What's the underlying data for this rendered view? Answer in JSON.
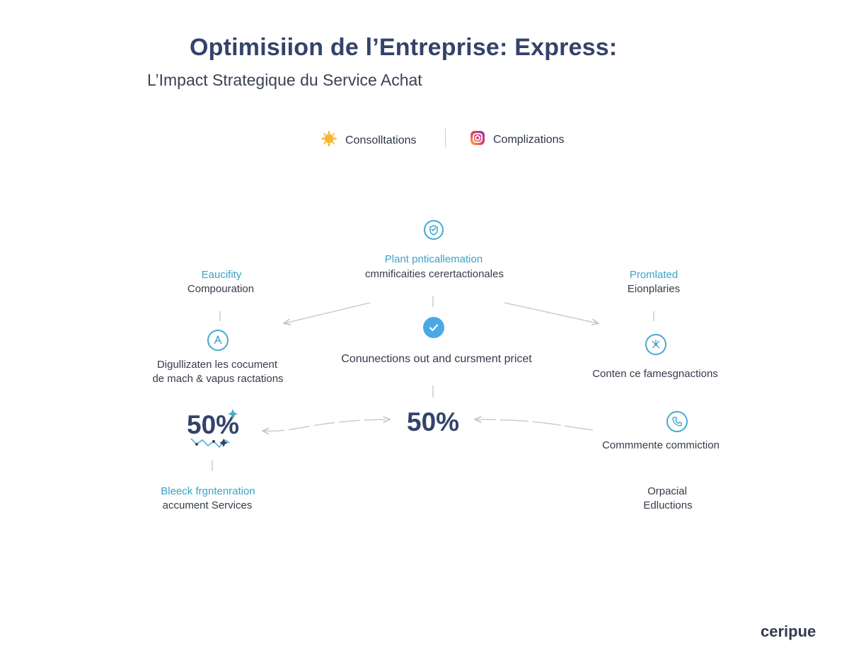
{
  "header": {
    "title": "Optimisiion de l’Entreprise: Express:",
    "subtitle": "L’Impact Strategique du Service Achat"
  },
  "legend": {
    "items": [
      {
        "label": "Consolltations",
        "icon": "sun-icon",
        "color": "#f5b731"
      },
      {
        "label": "Complizations",
        "icon": "instagram-icon",
        "color": "#e4405f"
      }
    ]
  },
  "nodes": {
    "top_center": {
      "title": "Plant pnticallemation",
      "text": "cmmificaities cerertactionales"
    },
    "left_top": {
      "title": "Eaucifity",
      "text": "Compouration"
    },
    "right_top": {
      "title": "Promlated",
      "text": "Eionplaries"
    },
    "left_mid": {
      "line1": "Digullizaten les cocument",
      "line2": "de mach & vapus ractations"
    },
    "center_mid": {
      "text": "Conunections out and cursment pricet"
    },
    "right_mid": {
      "text": "Conten ce famesgnactions"
    },
    "left_pct": {
      "value": "50%"
    },
    "center_pct": {
      "value": "50%"
    },
    "right_low": {
      "text": "Commmente commiction"
    },
    "left_bottom": {
      "title": "Bleeck frgntenration",
      "text": "accument Services"
    },
    "right_bottom": {
      "line1": "Orpacial",
      "line2": "Edluctions"
    }
  },
  "brand": {
    "name": "ceripue"
  },
  "colors": {
    "accent": "#3aa3c8",
    "heading": "#34436a",
    "connector": "#c7ccd6",
    "check": "#4aa9e4"
  }
}
